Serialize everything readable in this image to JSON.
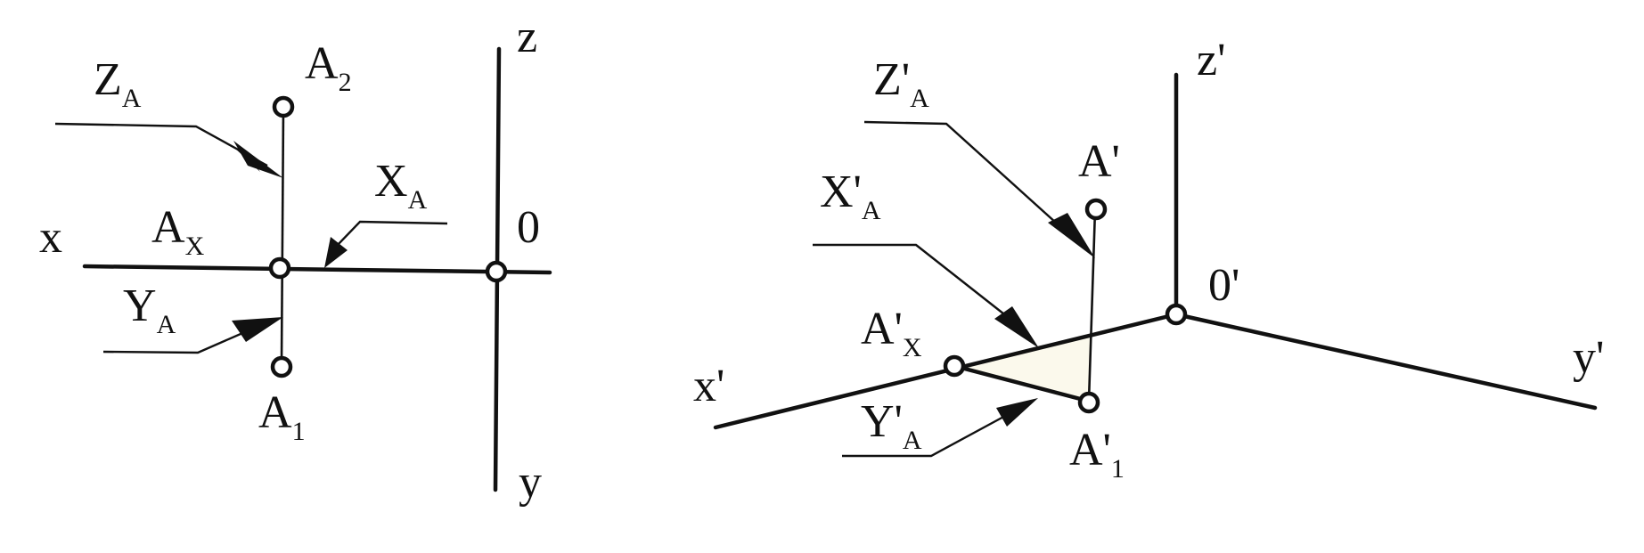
{
  "colors": {
    "ink": "#111111",
    "background": "#ffffff",
    "triangle_fill": "#fbf9ec"
  },
  "orthographic": {
    "axis_x": "x",
    "axis_y": "y",
    "axis_z": "z",
    "origin": "0",
    "point_A2": {
      "main": "A",
      "sub": "2"
    },
    "point_A1": {
      "main": "A",
      "sub": "1"
    },
    "point_AX": {
      "main": "A",
      "sub": "X"
    },
    "coord_ZA": {
      "main": "Z",
      "sub": "A"
    },
    "coord_XA": {
      "main": "X",
      "sub": "A"
    },
    "coord_YA": {
      "main": "Y",
      "sub": "A"
    }
  },
  "axonometric": {
    "axis_x": "x'",
    "axis_y": "y'",
    "axis_z": "z'",
    "origin": "0'",
    "point_A": {
      "main": "A'"
    },
    "point_A1": {
      "main": "A'",
      "sub": "1"
    },
    "point_AX": {
      "main": "A'",
      "sub": "X"
    },
    "coord_ZA": {
      "main": "Z'",
      "sub": "A"
    },
    "coord_XA": {
      "main": "X'",
      "sub": "A"
    },
    "coord_YA": {
      "main": "Y'",
      "sub": "A"
    }
  }
}
